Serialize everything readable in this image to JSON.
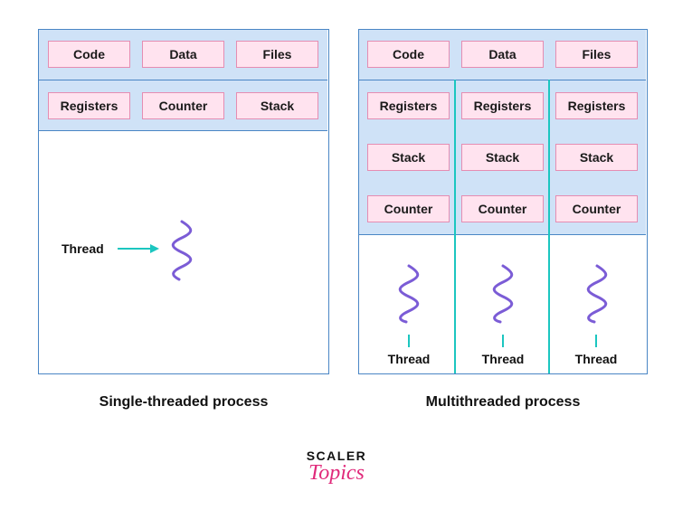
{
  "single": {
    "shared": [
      "Code",
      "Data",
      "Files"
    ],
    "thread_resources": [
      "Registers",
      "Counter",
      "Stack"
    ],
    "thread_label": "Thread",
    "caption": "Single-threaded process"
  },
  "multi": {
    "shared": [
      "Code",
      "Data",
      "Files"
    ],
    "threads": [
      {
        "resources": [
          "Registers",
          "Stack",
          "Counter"
        ],
        "label": "Thread"
      },
      {
        "resources": [
          "Registers",
          "Stack",
          "Counter"
        ],
        "label": "Thread"
      },
      {
        "resources": [
          "Registers",
          "Stack",
          "Counter"
        ],
        "label": "Thread"
      }
    ],
    "caption": "Multithreaded process"
  },
  "logo": {
    "line1": "SCALER",
    "line2": "Topics"
  },
  "colors": {
    "frame": "#4a86c5",
    "band": "#cfe2f7",
    "cell_fill": "#ffe3ef",
    "cell_border": "#e58db2",
    "thread_wave": "#7b5cd6",
    "arrow": "#1cc6c0",
    "logo_text": "#111111",
    "logo_accent": "#e0297a"
  },
  "icons": {
    "thread": "wavy-thread-icon",
    "arrow": "arrow-icon"
  }
}
